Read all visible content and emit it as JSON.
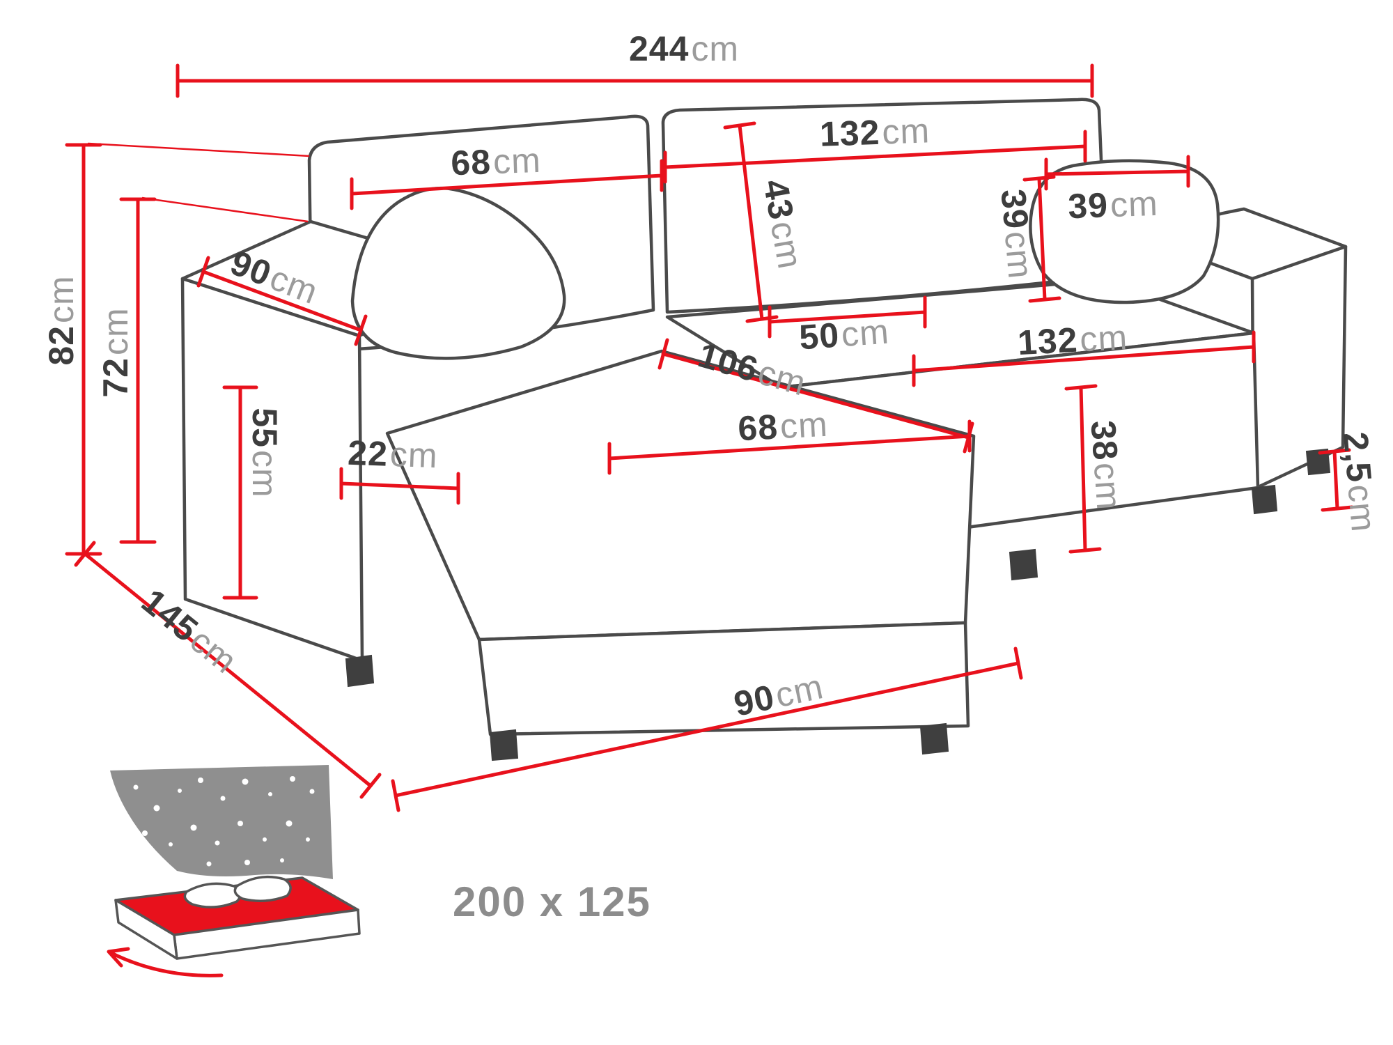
{
  "diagram": {
    "background_color": "#ffffff",
    "accent_red": "#e8111c",
    "line_gray": "#4a4a4a",
    "text_dark": "#3d3d3d",
    "text_light": "#9b9b9b",
    "dimensions": {
      "overall_width": {
        "value": "244",
        "unit": "cm"
      },
      "total_height": {
        "value": "82",
        "unit": "cm"
      },
      "backrest_height": {
        "value": "72",
        "unit": "cm"
      },
      "back_cushion_left": {
        "value": "68",
        "unit": "cm"
      },
      "back_cushion_right": {
        "value": "132",
        "unit": "cm"
      },
      "back_cushion_depth": {
        "value": "43",
        "unit": "cm"
      },
      "pillow_height": {
        "value": "39",
        "unit": "cm"
      },
      "pillow_width": {
        "value": "39",
        "unit": "cm"
      },
      "armrest_top_depth": {
        "value": "90",
        "unit": "cm"
      },
      "seat_gap": {
        "value": "50",
        "unit": "cm"
      },
      "chaise_length": {
        "value": "106",
        "unit": "cm"
      },
      "seat_front_width": {
        "value": "132",
        "unit": "cm"
      },
      "armrest_front_height": {
        "value": "55",
        "unit": "cm"
      },
      "armrest_width": {
        "value": "22",
        "unit": "cm"
      },
      "chaise_seat_width": {
        "value": "68",
        "unit": "cm"
      },
      "seat_height": {
        "value": "38",
        "unit": "cm"
      },
      "leg_height": {
        "value": "2,5",
        "unit": "cm"
      },
      "total_depth": {
        "value": "145",
        "unit": "cm"
      },
      "chaise_floor_width": {
        "value": "90",
        "unit": "cm"
      }
    },
    "sleeping_area": {
      "label": "200 x 125"
    }
  }
}
